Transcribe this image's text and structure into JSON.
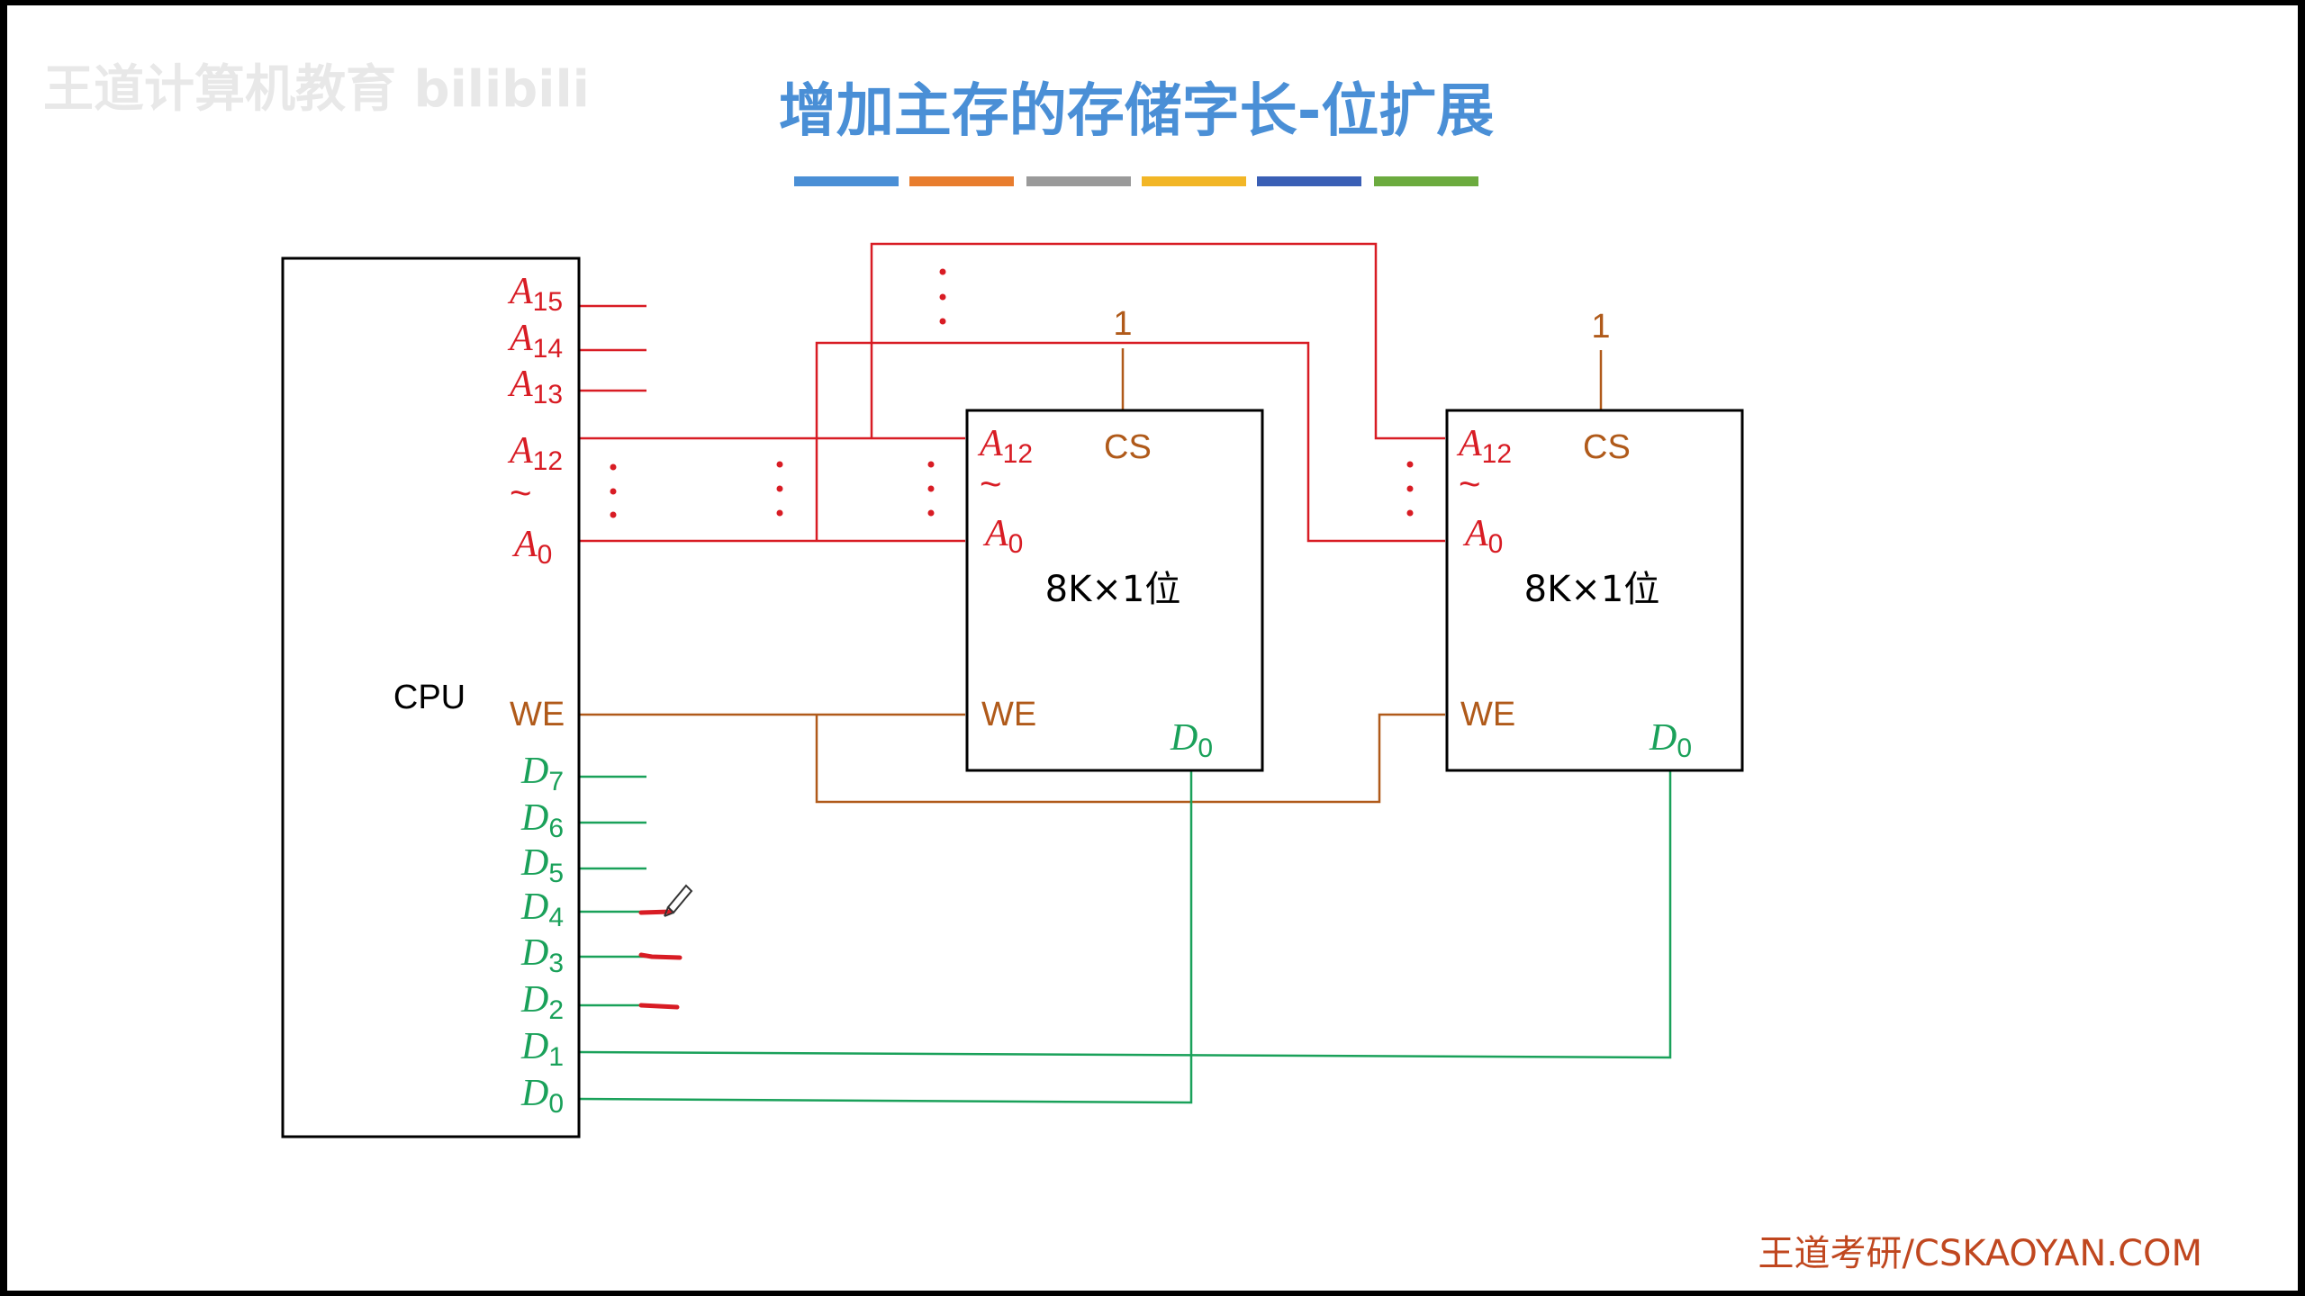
{
  "watermark": {
    "text": "王道计算机教育 bilibili"
  },
  "title": "增加主存的存储字长-位扩展",
  "accent_colors": [
    "#4a8fd6",
    "#e87d2e",
    "#9a9a9a",
    "#f2b626",
    "#3a5fb5",
    "#6cab3f"
  ],
  "colors": {
    "address": "#d81c24",
    "control": "#b05a1a",
    "data": "#1aa15a",
    "title": "#4a8fd6",
    "footer": "#c0471f"
  },
  "cpu": {
    "name": "CPU",
    "address_pins": {
      "a15": [
        "A",
        "15"
      ],
      "a14": [
        "A",
        "14"
      ],
      "a13": [
        "A",
        "13"
      ],
      "a12": [
        "A",
        "12"
      ],
      "a0": [
        "A",
        "0"
      ]
    },
    "range_mark": "~",
    "we": "WE",
    "data_pins": [
      [
        "D",
        "7"
      ],
      [
        "D",
        "6"
      ],
      [
        "D",
        "5"
      ],
      [
        "D",
        "4"
      ],
      [
        "D",
        "3"
      ],
      [
        "D",
        "2"
      ],
      [
        "D",
        "1"
      ],
      [
        "D",
        "0"
      ]
    ]
  },
  "chips": [
    {
      "addr_high": [
        "A",
        "12"
      ],
      "range_mark": "~",
      "addr_low": [
        "A",
        "0"
      ],
      "cs": "CS",
      "cs_level": "1",
      "label": "8K×1位",
      "we": "WE",
      "data": [
        "D",
        "0"
      ]
    },
    {
      "addr_high": [
        "A",
        "12"
      ],
      "range_mark": "~",
      "addr_low": [
        "A",
        "0"
      ],
      "cs": "CS",
      "cs_level": "1",
      "label": "8K×1位",
      "we": "WE",
      "data": [
        "D",
        "0"
      ]
    }
  ],
  "footer": "王道考研/CSKAOYAN.COM"
}
